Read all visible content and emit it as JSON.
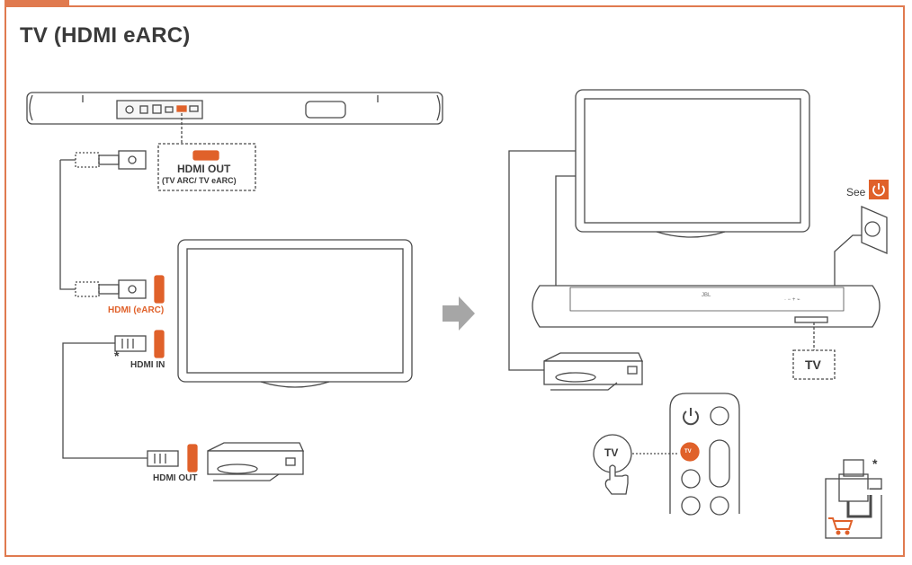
{
  "title": "TV (HDMI eARC)",
  "labels": {
    "soundbar_port": "HDMI OUT",
    "soundbar_port_sub": "(TV ARC/ TV eARC)",
    "tv_earc": "HDMI (eARC)",
    "tv_in": "HDMI IN",
    "source_out": "HDMI OUT",
    "asterisk": "*",
    "see": "See",
    "tv_source_box": "TV",
    "remote_tv_button": "TV",
    "callout_tv": "TV",
    "hdmi_cable_asterisk": "*"
  },
  "icons": [
    "power-icon",
    "cart-icon",
    "arrow-right-icon",
    "finger-press-icon"
  ],
  "colors": {
    "accent": "#e0612a",
    "frame": "#e07a4f",
    "line": "#4a4a4a",
    "text": "#3a3a3a"
  }
}
